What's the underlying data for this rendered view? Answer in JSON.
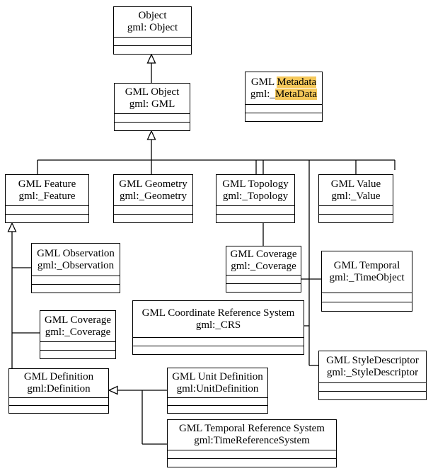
{
  "diagram": {
    "classes": {
      "object": {
        "title": "Object",
        "type": "gml:  Object"
      },
      "gml_object": {
        "title": "GML Object",
        "type": "gml:  GML"
      },
      "metadata": {
        "title_prefix": "GML ",
        "title_highlight": "Metadata",
        "type_prefix": "gml:_",
        "type_highlight": "MetaData"
      },
      "feature": {
        "title": "GML Feature",
        "type": "gml:_Feature"
      },
      "geometry": {
        "title": "GML Geometry",
        "type": "gml:_Geometry"
      },
      "topology": {
        "title": "GML Topology",
        "type": "gml:_Topology"
      },
      "value": {
        "title": "GML Value",
        "type": "gml:_Value"
      },
      "observation": {
        "title": "GML Observation",
        "type": "gml:_Observation"
      },
      "coverage_left": {
        "title": "GML Coverage",
        "type": "gml:_Coverage"
      },
      "coverage_right": {
        "title": "GML Coverage",
        "type": "gml:_Coverage"
      },
      "temporal": {
        "title": "GML Temporal",
        "type": "gml:_TimeObject"
      },
      "crs": {
        "title": "GML Coordinate Reference System",
        "type": "gml:_CRS"
      },
      "style": {
        "title": "GML StyleDescriptor",
        "type": "gml:_StyleDescriptor"
      },
      "definition": {
        "title": "GML Definition",
        "type": "gml:Definition"
      },
      "unit_definition": {
        "title": "GML Unit Definition",
        "type": "gml:UnitDefinition"
      },
      "temporal_crs": {
        "title": "GML Temporal Reference System",
        "type": "gml:TimeReferenceSystem"
      }
    },
    "highlight_color": "#f5c85a",
    "relationship": "generalization"
  }
}
